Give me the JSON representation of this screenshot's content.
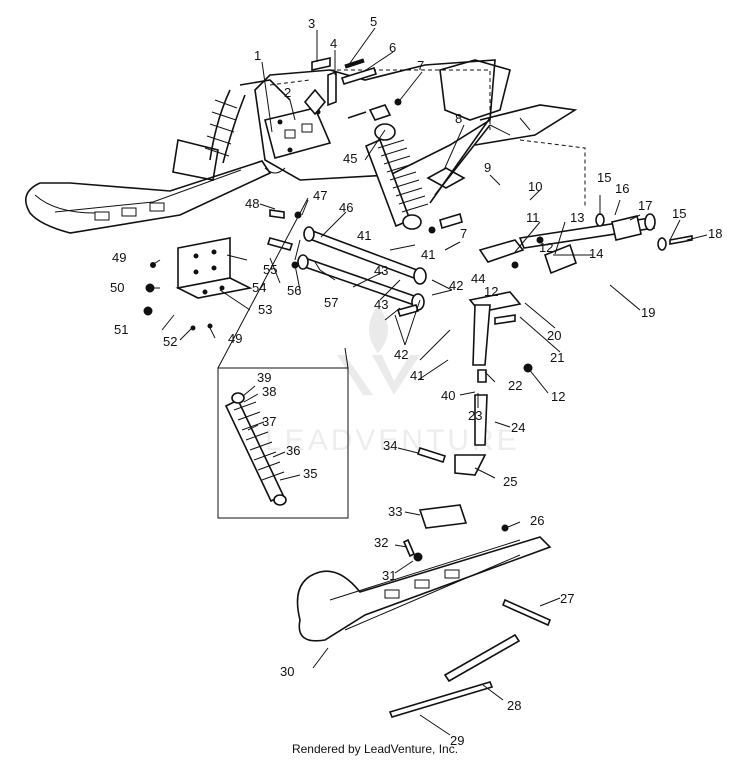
{
  "footer": "Rendered by LeadVenture, Inc.",
  "watermark": "LEADVENTURE",
  "callouts": [
    "1",
    "2",
    "3",
    "4",
    "5",
    "6",
    "7",
    "8",
    "9",
    "10",
    "11",
    "12",
    "13",
    "14",
    "15",
    "16",
    "17",
    "18",
    "19",
    "20",
    "21",
    "22",
    "23",
    "24",
    "25",
    "26",
    "27",
    "28",
    "29",
    "30",
    "31",
    "32",
    "33",
    "34",
    "35",
    "36",
    "37",
    "38",
    "39",
    "40",
    "41",
    "42",
    "43",
    "44",
    "45",
    "46",
    "47",
    "48",
    "49",
    "50",
    "51",
    "52",
    "53",
    "54",
    "55",
    "56",
    "57"
  ]
}
